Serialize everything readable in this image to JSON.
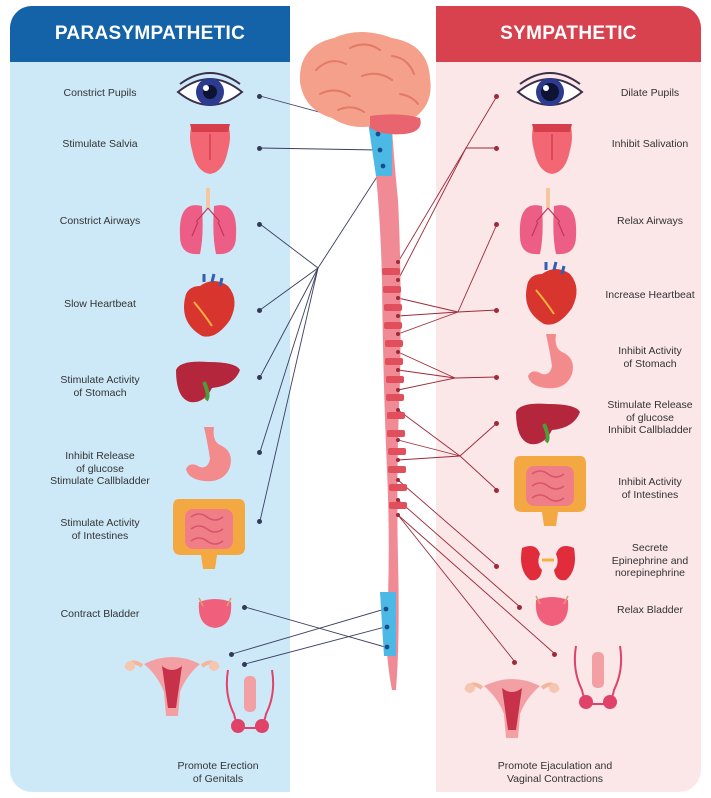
{
  "parasympathetic": {
    "title": "PARASYMPATHETIC",
    "color": "#1462a8",
    "panel_color": "#cde9f8",
    "items": [
      {
        "label": "Constrict Pupils",
        "organ": "eye-icon"
      },
      {
        "label": "Stimulate Salvia",
        "organ": "tongue-icon"
      },
      {
        "label": "Constrict Airways",
        "organ": "lungs-icon"
      },
      {
        "label": "Slow Heartbeat",
        "organ": "heart-icon"
      },
      {
        "label": "Stimulate Activity\nof Stomach",
        "organ": "liver-icon"
      },
      {
        "label": "Inhibit Release\nof glucose\nStimulate Callbladder",
        "organ": "stomach-icon"
      },
      {
        "label": "Stimulate Activity\nof Intestines",
        "organ": "intestines-icon"
      },
      {
        "label": "Contract Bladder",
        "organ": "bladder-icon"
      },
      {
        "label": "Promote Erection\nof Genitals",
        "organ": "genitals-icon"
      }
    ]
  },
  "sympathetic": {
    "title": "SYMPATHETIC",
    "color": "#d8424f",
    "panel_color": "#fbe6e8",
    "items": [
      {
        "label": "Dilate Pupils",
        "organ": "eye-icon"
      },
      {
        "label": "Inhibit Salivation",
        "organ": "tongue-icon"
      },
      {
        "label": "Relax Airways",
        "organ": "lungs-icon"
      },
      {
        "label": "Increase Heartbeat",
        "organ": "heart-icon"
      },
      {
        "label": "Inhibit Activity\nof Stomach",
        "organ": "stomach-icon"
      },
      {
        "label": "Stimulate Release\nof glucose\nInhibit Callbladder",
        "organ": "liver-icon"
      },
      {
        "label": "Inhibit Activity\nof Intestines",
        "organ": "intestines-icon"
      },
      {
        "label": "Secrete\nEpinephrine and\nnorepinephrine",
        "organ": "kidneys-icon"
      },
      {
        "label": "Relax Bladder",
        "organ": "bladder-icon"
      },
      {
        "label": "Promote Ejaculation and\nVaginal Contractions",
        "organ": "genitals-icon"
      }
    ]
  },
  "center": {
    "brain": "brain-icon",
    "spine": "spinal-cord-icon"
  }
}
